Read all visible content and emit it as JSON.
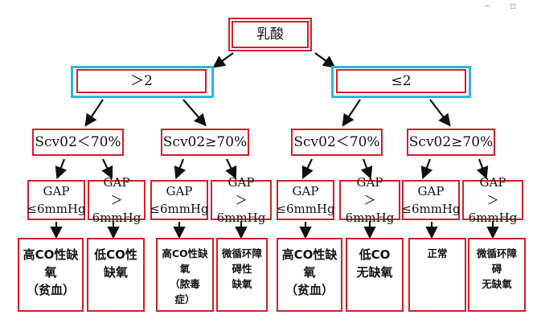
{
  "root": "乳酸",
  "branches": [
    {
      "label": "＞2",
      "children": [
        {
          "label": "Scv02＜70%",
          "gaps": [
            {
              "top": "GAP",
              "bottom": "≤6mmHg",
              "outcome": "高CO性缺\n氧\n（贫血）"
            },
            {
              "top": "GAP",
              "bottom": "＞6mmHg",
              "outcome": "低CO性\n缺氧"
            }
          ]
        },
        {
          "label": "Scv02≥70%",
          "gaps": [
            {
              "top": "GAP",
              "bottom": "≤6mmHg",
              "outcome": "高CO性缺\n氧\n（脓毒\n症）"
            },
            {
              "top": "GAP",
              "bottom": "＞6mmHg",
              "outcome": "微循环障\n碍性\n缺氧"
            }
          ]
        }
      ]
    },
    {
      "label": "≤2",
      "children": [
        {
          "label": "Scv02＜70%",
          "gaps": [
            {
              "top": "GAP",
              "bottom": "≤6mmHg",
              "outcome": "高CO性缺\n氧\n（贫血）"
            },
            {
              "top": "GAP",
              "bottom": "＞6mmHg",
              "outcome": "低CO\n无缺氧"
            }
          ]
        },
        {
          "label": "Scv02≥70%",
          "gaps": [
            {
              "top": "GAP",
              "bottom": "≤6mmHg",
              "outcome": "正常"
            },
            {
              "top": "GAP",
              "bottom": "＞6mmHg",
              "outcome": "微循环障\n碍\n无缺氧"
            }
          ]
        }
      ]
    }
  ]
}
